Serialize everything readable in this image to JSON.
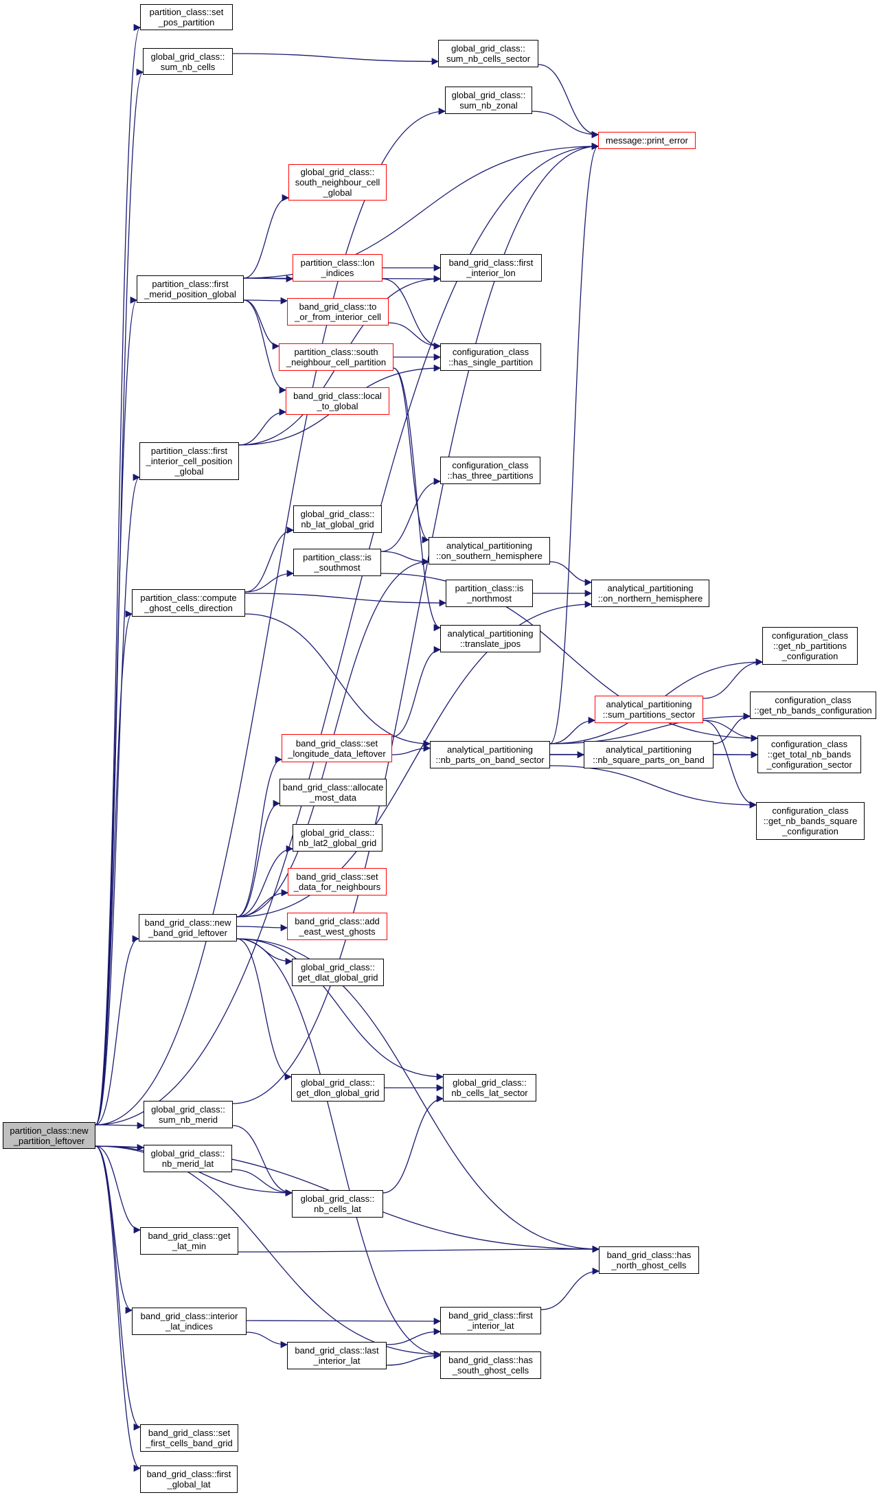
{
  "colors": {
    "edge": "#191970",
    "node_border": "#000000",
    "node_border_truncated": "#ff0000",
    "root_fill": "#bfbfbf"
  },
  "nodes": {
    "root": "partition_class::new\n_partition_leftover",
    "set_pos_partition": "partition_class::set\n_pos_partition",
    "sum_nb_cells": "global_grid_class::\nsum_nb_cells",
    "sum_nb_cells_sector": "global_grid_class::\nsum_nb_cells_sector",
    "sum_nb_zonal": "global_grid_class::\nsum_nb_zonal",
    "print_error": "message::print_error",
    "south_neighbour_cell_global": "global_grid_class::\nsouth_neighbour_cell\n_global",
    "first_merid_position_global": "partition_class::first\n_merid_position_global",
    "lon_indices": "partition_class::lon\n_indices",
    "first_interior_lon": "band_grid_class::first\n_interior_lon",
    "to_or_from_interior_cell": "band_grid_class::to\n_or_from_interior_cell",
    "south_neighbour_cell_partition": "partition_class::south\n_neighbour_cell_partition",
    "has_single_partition": "configuration_class\n::has_single_partition",
    "local_to_global": "band_grid_class::local\n_to_global",
    "first_interior_cell_position_global": "partition_class::first\n_interior_cell_position\n_global",
    "has_three_partitions": "configuration_class\n::has_three_partitions",
    "nb_lat_global_grid": "global_grid_class::\nnb_lat_global_grid",
    "is_southmost": "partition_class::is\n_southmost",
    "on_southern_hemisphere": "analytical_partitioning\n::on_southern_hemisphere",
    "compute_ghost_cells_direction": "partition_class::compute\n_ghost_cells_direction",
    "is_northmost": "partition_class::is\n_northmost",
    "on_northern_hemisphere": "analytical_partitioning\n::on_northern_hemisphere",
    "translate_jpos": "analytical_partitioning\n::translate_jpos",
    "get_nb_partitions_configuration": "configuration_class\n::get_nb_partitions\n_configuration",
    "sum_partitions_sector": "analytical_partitioning\n::sum_partitions_sector",
    "get_nb_bands_configuration": "configuration_class\n::get_nb_bands_configuration",
    "set_longitude_data_leftover": "band_grid_class::set\n_longitude_data_leftover",
    "nb_parts_on_band_sector": "analytical_partitioning\n::nb_parts_on_band_sector",
    "nb_square_parts_on_band": "analytical_partitioning\n::nb_square_parts_on_band",
    "get_total_nb_bands_configuration_sector": "configuration_class\n::get_total_nb_bands\n_configuration_sector",
    "allocate_most_data": "band_grid_class::allocate\n_most_data",
    "get_nb_bands_square_configuration": "configuration_class\n::get_nb_bands_square\n_configuration",
    "nb_lat2_global_grid": "global_grid_class::\nnb_lat2_global_grid",
    "set_data_for_neighbours": "band_grid_class::set\n_data_for_neighbours",
    "new_band_grid_leftover": "band_grid_class::new\n_band_grid_leftover",
    "add_east_west_ghosts": "band_grid_class::add\n_east_west_ghosts",
    "get_dlat_global_grid": "global_grid_class::\nget_dlat_global_grid",
    "get_dlon_global_grid": "global_grid_class::\nget_dlon_global_grid",
    "nb_cells_lat_sector": "global_grid_class::\nnb_cells_lat_sector",
    "sum_nb_merid": "global_grid_class::\nsum_nb_merid",
    "nb_merid_lat": "global_grid_class::\nnb_merid_lat",
    "nb_cells_lat": "global_grid_class::\nnb_cells_lat",
    "get_lat_min": "band_grid_class::get\n_lat_min",
    "has_north_ghost_cells": "band_grid_class::has\n_north_ghost_cells",
    "interior_lat_indices": "band_grid_class::interior\n_lat_indices",
    "first_interior_lat": "band_grid_class::first\n_interior_lat",
    "last_interior_lat": "band_grid_class::last\n_interior_lat",
    "has_south_ghost_cells": "band_grid_class::has\n_south_ghost_cells",
    "set_first_cells_band_grid": "band_grid_class::set\n_first_cells_band_grid",
    "first_global_lat": "band_grid_class::first\n_global_lat"
  },
  "edges": [
    [
      "root",
      "set_pos_partition"
    ],
    [
      "root",
      "sum_nb_cells"
    ],
    [
      "root",
      "sum_nb_zonal"
    ],
    [
      "root",
      "print_error"
    ],
    [
      "root",
      "first_merid_position_global"
    ],
    [
      "root",
      "first_interior_cell_position_global"
    ],
    [
      "root",
      "compute_ghost_cells_direction"
    ],
    [
      "root",
      "new_band_grid_leftover"
    ],
    [
      "root",
      "sum_nb_merid"
    ],
    [
      "root",
      "nb_merid_lat"
    ],
    [
      "root",
      "nb_cells_lat"
    ],
    [
      "root",
      "get_lat_min"
    ],
    [
      "root",
      "has_north_ghost_cells"
    ],
    [
      "root",
      "interior_lat_indices"
    ],
    [
      "root",
      "has_south_ghost_cells"
    ],
    [
      "root",
      "set_first_cells_band_grid"
    ],
    [
      "root",
      "first_global_lat"
    ],
    [
      "sum_nb_cells",
      "sum_nb_cells_sector"
    ],
    [
      "sum_nb_cells_sector",
      "print_error"
    ],
    [
      "sum_nb_zonal",
      "print_error"
    ],
    [
      "first_merid_position_global",
      "print_error"
    ],
    [
      "first_merid_position_global",
      "south_neighbour_cell_global"
    ],
    [
      "first_merid_position_global",
      "first_interior_lon"
    ],
    [
      "first_merid_position_global",
      "lon_indices"
    ],
    [
      "first_merid_position_global",
      "to_or_from_interior_cell"
    ],
    [
      "first_merid_position_global",
      "south_neighbour_cell_partition"
    ],
    [
      "first_merid_position_global",
      "local_to_global"
    ],
    [
      "lon_indices",
      "first_interior_lon"
    ],
    [
      "lon_indices",
      "has_single_partition"
    ],
    [
      "to_or_from_interior_cell",
      "has_single_partition"
    ],
    [
      "south_neighbour_cell_partition",
      "has_single_partition"
    ],
    [
      "south_neighbour_cell_partition",
      "on_southern_hemisphere"
    ],
    [
      "south_neighbour_cell_partition",
      "translate_jpos"
    ],
    [
      "first_interior_cell_position_global",
      "local_to_global"
    ],
    [
      "first_interior_cell_position_global",
      "first_interior_lon"
    ],
    [
      "first_interior_cell_position_global",
      "has_single_partition"
    ],
    [
      "compute_ghost_cells_direction",
      "nb_lat_global_grid"
    ],
    [
      "compute_ghost_cells_direction",
      "is_southmost"
    ],
    [
      "compute_ghost_cells_direction",
      "is_northmost"
    ],
    [
      "compute_ghost_cells_direction",
      "nb_parts_on_band_sector"
    ],
    [
      "is_southmost",
      "has_three_partitions"
    ],
    [
      "is_southmost",
      "on_southern_hemisphere"
    ],
    [
      "is_southmost",
      "get_total_nb_bands_configuration_sector"
    ],
    [
      "on_southern_hemisphere",
      "on_northern_hemisphere"
    ],
    [
      "is_northmost",
      "on_northern_hemisphere"
    ],
    [
      "set_longitude_data_leftover",
      "translate_jpos"
    ],
    [
      "set_longitude_data_leftover",
      "nb_parts_on_band_sector"
    ],
    [
      "nb_parts_on_band_sector",
      "print_error"
    ],
    [
      "nb_parts_on_band_sector",
      "get_nb_partitions_configuration"
    ],
    [
      "nb_parts_on_band_sector",
      "sum_partitions_sector"
    ],
    [
      "nb_parts_on_band_sector",
      "get_nb_bands_configuration"
    ],
    [
      "nb_parts_on_band_sector",
      "nb_square_parts_on_band"
    ],
    [
      "nb_parts_on_band_sector",
      "get_total_nb_bands_configuration_sector"
    ],
    [
      "nb_parts_on_band_sector",
      "get_nb_bands_square_configuration"
    ],
    [
      "sum_partitions_sector",
      "get_nb_partitions_configuration"
    ],
    [
      "sum_partitions_sector",
      "get_total_nb_bands_configuration_sector"
    ],
    [
      "sum_partitions_sector",
      "get_nb_bands_square_configuration"
    ],
    [
      "nb_square_parts_on_band",
      "get_nb_bands_configuration"
    ],
    [
      "nb_square_parts_on_band",
      "get_total_nb_bands_configuration_sector"
    ],
    [
      "new_band_grid_leftover",
      "on_southern_hemisphere"
    ],
    [
      "new_band_grid_leftover",
      "on_northern_hemisphere"
    ],
    [
      "new_band_grid_leftover",
      "set_longitude_data_leftover"
    ],
    [
      "new_band_grid_leftover",
      "allocate_most_data"
    ],
    [
      "new_band_grid_leftover",
      "nb_lat2_global_grid"
    ],
    [
      "new_band_grid_leftover",
      "set_data_for_neighbours"
    ],
    [
      "new_band_grid_leftover",
      "add_east_west_ghosts"
    ],
    [
      "new_band_grid_leftover",
      "get_dlat_global_grid"
    ],
    [
      "new_band_grid_leftover",
      "get_dlon_global_grid"
    ],
    [
      "new_band_grid_leftover",
      "nb_cells_lat_sector"
    ],
    [
      "new_band_grid_leftover",
      "has_north_ghost_cells"
    ],
    [
      "new_band_grid_leftover",
      "has_south_ghost_cells"
    ],
    [
      "get_dlon_global_grid",
      "nb_cells_lat_sector"
    ],
    [
      "sum_nb_merid",
      "print_error"
    ],
    [
      "sum_nb_merid",
      "nb_cells_lat"
    ],
    [
      "nb_merid_lat",
      "nb_cells_lat"
    ],
    [
      "nb_cells_lat",
      "nb_cells_lat_sector"
    ],
    [
      "get_lat_min",
      "has_north_ghost_cells"
    ],
    [
      "interior_lat_indices",
      "first_interior_lat"
    ],
    [
      "interior_lat_indices",
      "last_interior_lat"
    ],
    [
      "first_interior_lat",
      "has_north_ghost_cells"
    ],
    [
      "last_interior_lat",
      "first_interior_lat"
    ],
    [
      "last_interior_lat",
      "has_south_ghost_cells"
    ]
  ]
}
